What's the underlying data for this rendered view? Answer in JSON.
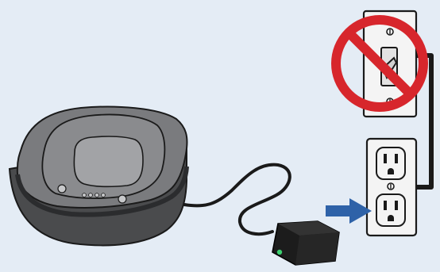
{
  "illustration": {
    "background_color": "#e4ecf5",
    "outline_color": "#1a1a1a",
    "base_station": {
      "body_color": "#4a4b4d",
      "top_color": "#7a7b7e",
      "pad_color": "#98999c",
      "indicator_dots": 4
    },
    "adapter": {
      "body_color": "#1c1c1c",
      "led_color": "#3bd16f"
    },
    "plug_in_arrow": {
      "color": "#2e62a8",
      "direction": "right"
    },
    "light_switch": {
      "plate_color": "#f4f4f4",
      "prohibited": true
    },
    "prohibition_sign": {
      "color": "#d7262c",
      "icon": "no-symbol-icon"
    },
    "wall_outlet": {
      "plate_color": "#f4f4f4",
      "receptacles": 2
    }
  }
}
